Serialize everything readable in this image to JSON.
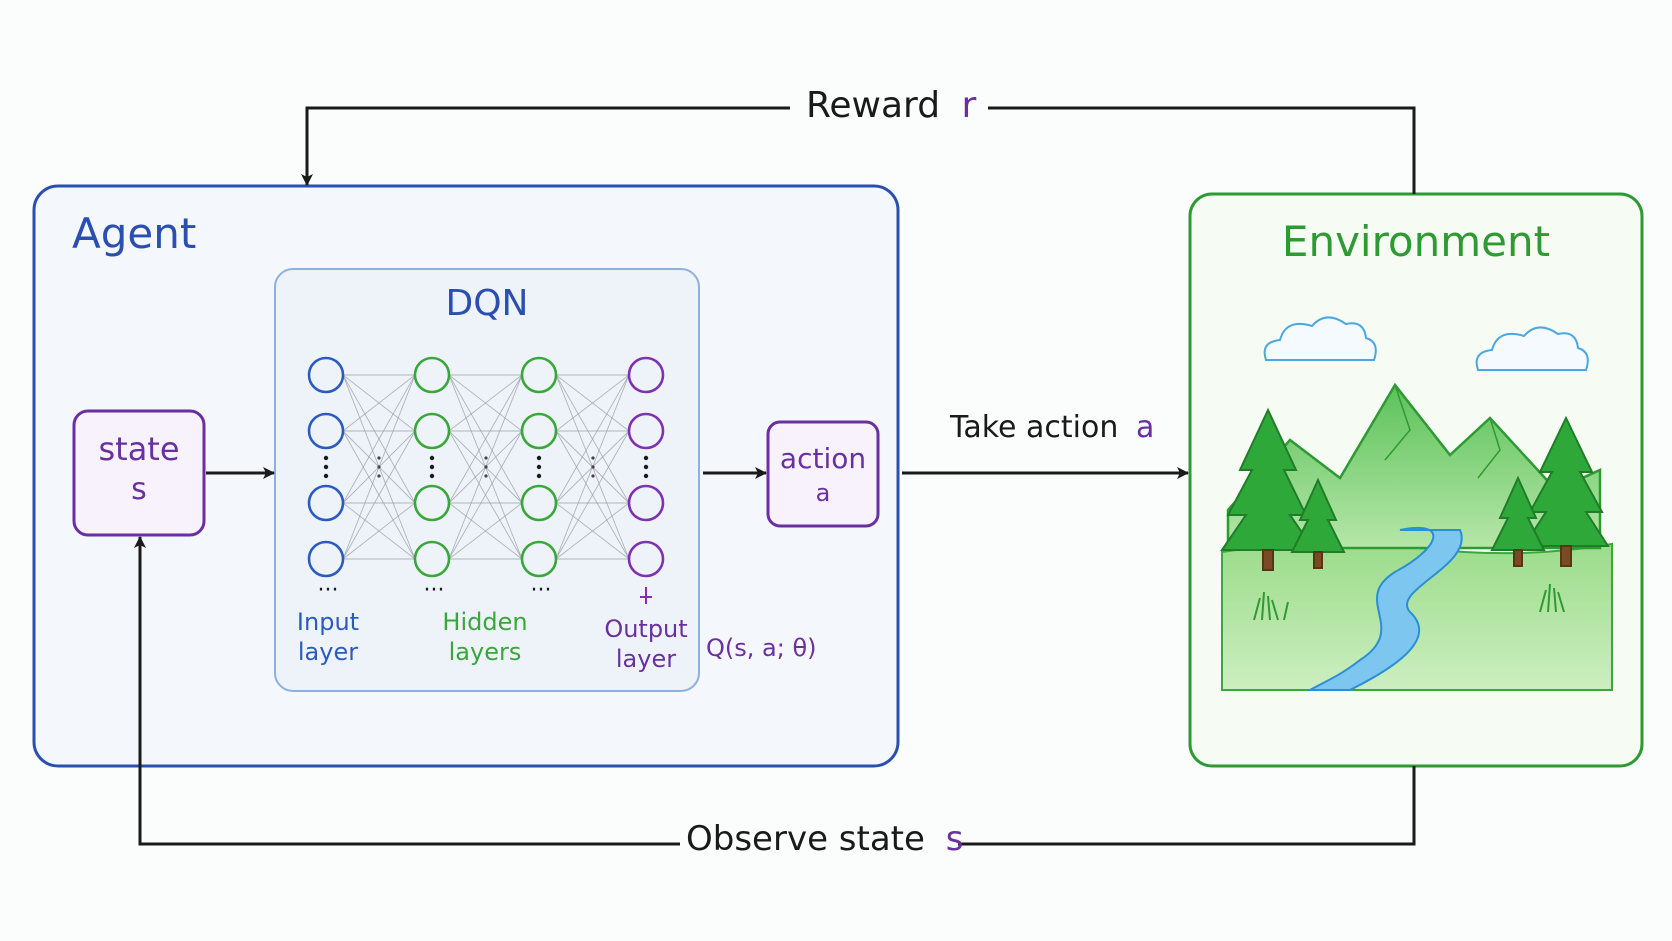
{
  "colors": {
    "agent": "#2a4fb0",
    "environment": "#2e9a33",
    "purple": "#6a2fa0",
    "arrow": "#1a1a1a",
    "input_nodes": "#2a5cc0",
    "hidden_nodes": "#39a83a",
    "output_nodes": "#8030b0",
    "edge": "#9aa0a6",
    "text": "#1a1a1a"
  },
  "agent": {
    "title": "Agent"
  },
  "dqn": {
    "title": "DQN",
    "input_label_line1": "Input",
    "input_label_line2": "layer",
    "hidden_label_line1": "Hidden",
    "hidden_label_line2": "layers",
    "output_label_line1": "Output",
    "output_label_line2": "layer",
    "q_function": "Q(s, a; θ)",
    "ellipsis": "···"
  },
  "state_box": {
    "line1": "state",
    "line2": "s"
  },
  "action_box": {
    "line1": "action",
    "line2": "a"
  },
  "environment": {
    "title": "Environment",
    "illustration": "landscape-with-mountains-trees-river-clouds"
  },
  "arrows": {
    "reward_text": "Reward",
    "reward_var": "r",
    "take_action_text": "Take action",
    "take_action_var": "a",
    "observe_text": "Observe state",
    "observe_var": "s"
  }
}
